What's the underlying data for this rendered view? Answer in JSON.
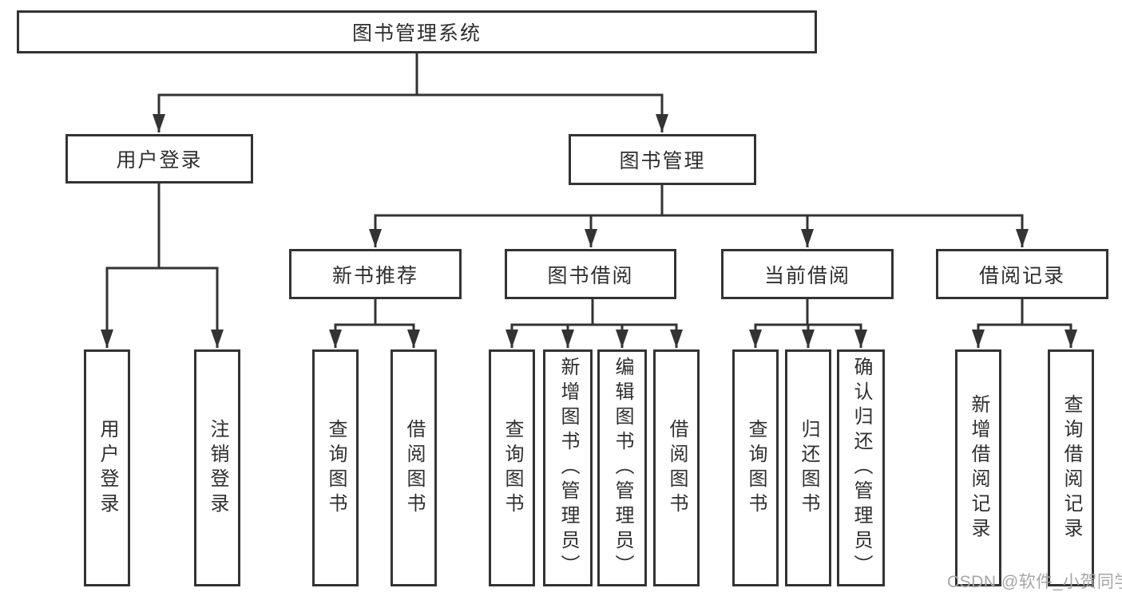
{
  "title": {
    "label": "图书管理系统"
  },
  "level2": [
    {
      "label": "用户登录"
    },
    {
      "label": "图书管理"
    }
  ],
  "level3": [
    {
      "label": "新书推荐"
    },
    {
      "label": "图书借阅"
    },
    {
      "label": "当前借阅"
    },
    {
      "label": "借阅记录"
    }
  ],
  "leaf_groups": {
    "user_login": [
      "用户登录",
      "注销登录"
    ],
    "new_books": [
      "查询图书",
      "借阅图书"
    ],
    "book_borrow": [
      "查询图书",
      "新增图书（管理员）",
      "编辑图书（管理员）",
      "借阅图书"
    ],
    "current_borrow": [
      "查询图书",
      "归还图书",
      "确认归还（管理员）"
    ],
    "borrow_records": [
      "新增借阅记录",
      "查询借阅记录"
    ]
  },
  "watermark": "CSDN @软件_小贺同学",
  "colors": {
    "line": "#333333",
    "text": "#2f2f2f",
    "watermark": "#a6a6a6",
    "background": "#ffffff"
  }
}
